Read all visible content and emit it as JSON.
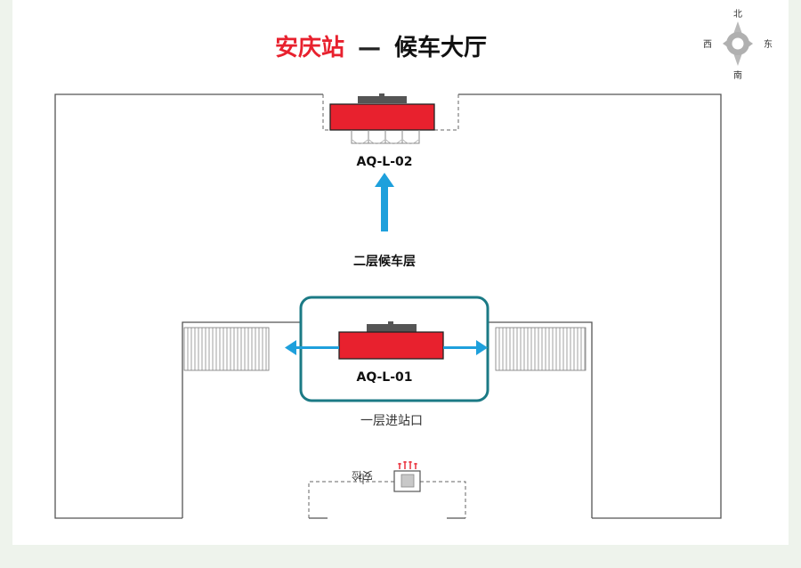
{
  "title": {
    "station": "安庆站",
    "dash": "—",
    "hall": "候车大厅"
  },
  "compass": {
    "north": "北",
    "south": "南",
    "east": "东",
    "west": "西"
  },
  "devices": {
    "upper_id": "AQ-L-02",
    "lower_id": "AQ-L-01"
  },
  "labels": {
    "floor2": "二层候车层",
    "floor1": "一层进站口",
    "security": "安检"
  },
  "colors": {
    "accent_red": "#e8212e",
    "arrow_blue": "#1ea0dc",
    "highlight_teal": "#1b7a85",
    "title_red": "#e8212e"
  }
}
